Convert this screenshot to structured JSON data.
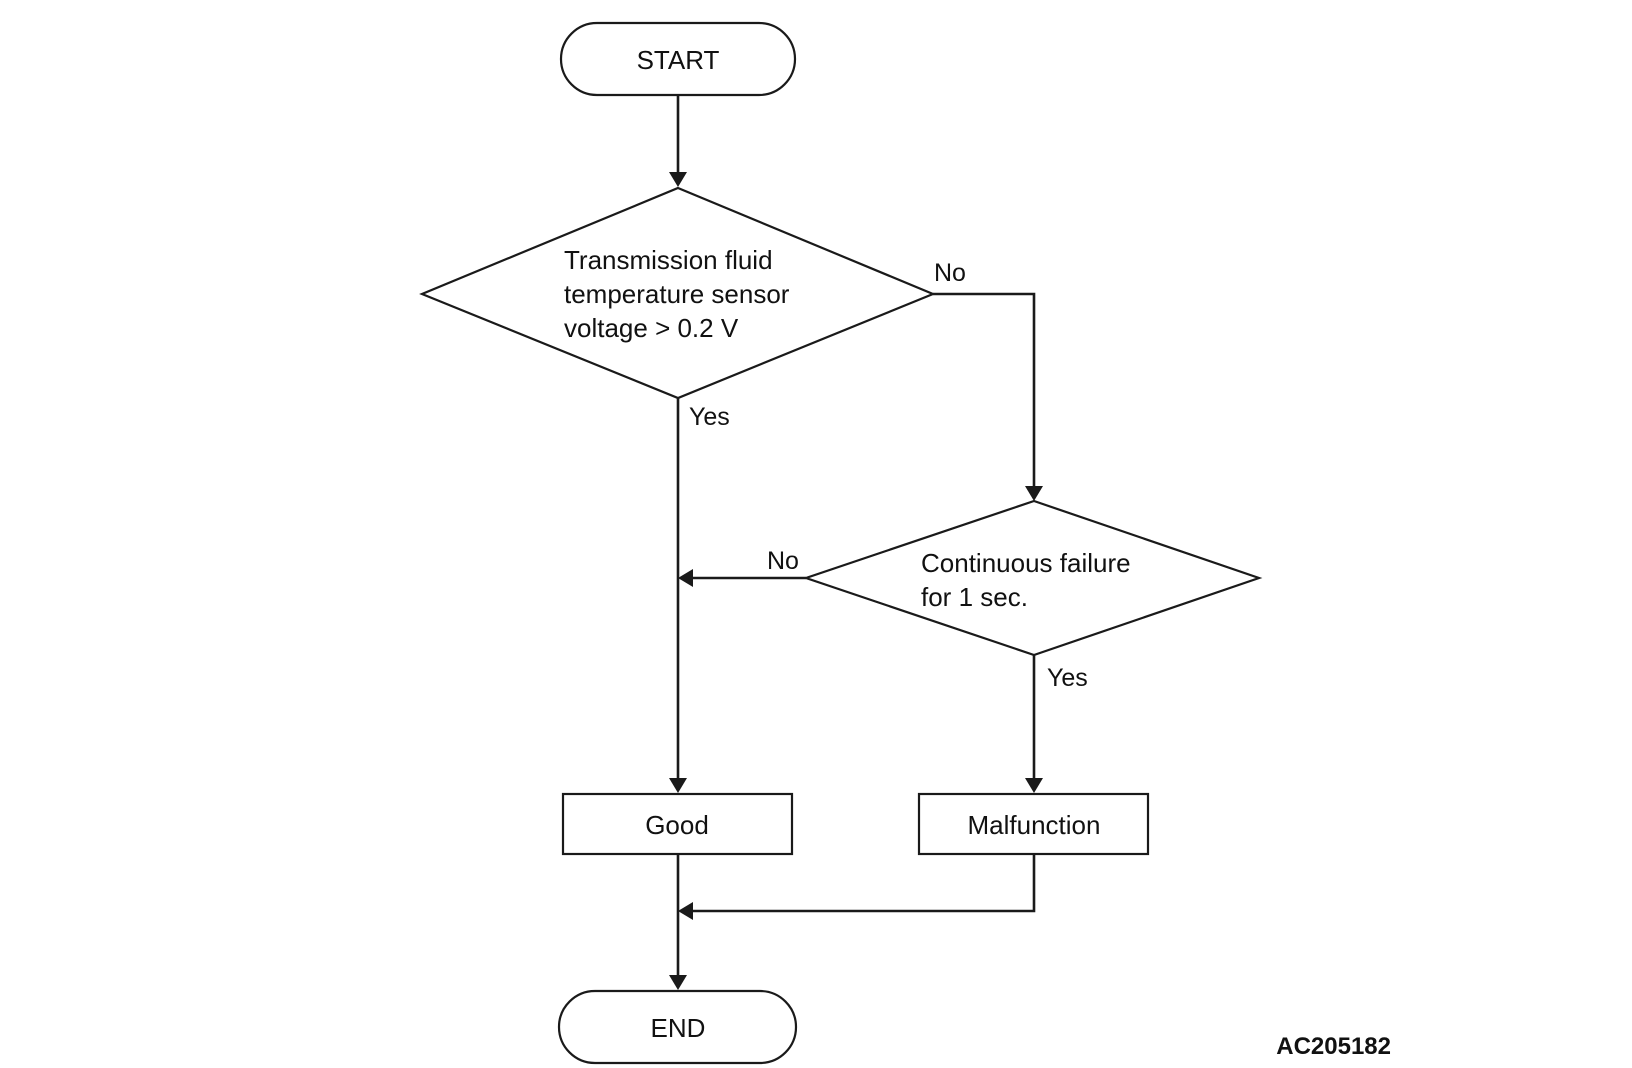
{
  "nodes": {
    "start": "START",
    "decision1": {
      "lines": [
        "Transmission fluid",
        "temperature sensor",
        "voltage > 0.2 V"
      ]
    },
    "decision2": {
      "lines": [
        "Continuous failure",
        "for 1 sec."
      ]
    },
    "good": "Good",
    "malfunction": "Malfunction",
    "end": "END"
  },
  "edges": {
    "d1_yes": "Yes",
    "d1_no": "No",
    "d2_yes": "Yes",
    "d2_no": "No"
  },
  "figure_code": "AC205182",
  "colors": {
    "stroke": "#1a1a1a",
    "background": "#ffffff"
  }
}
